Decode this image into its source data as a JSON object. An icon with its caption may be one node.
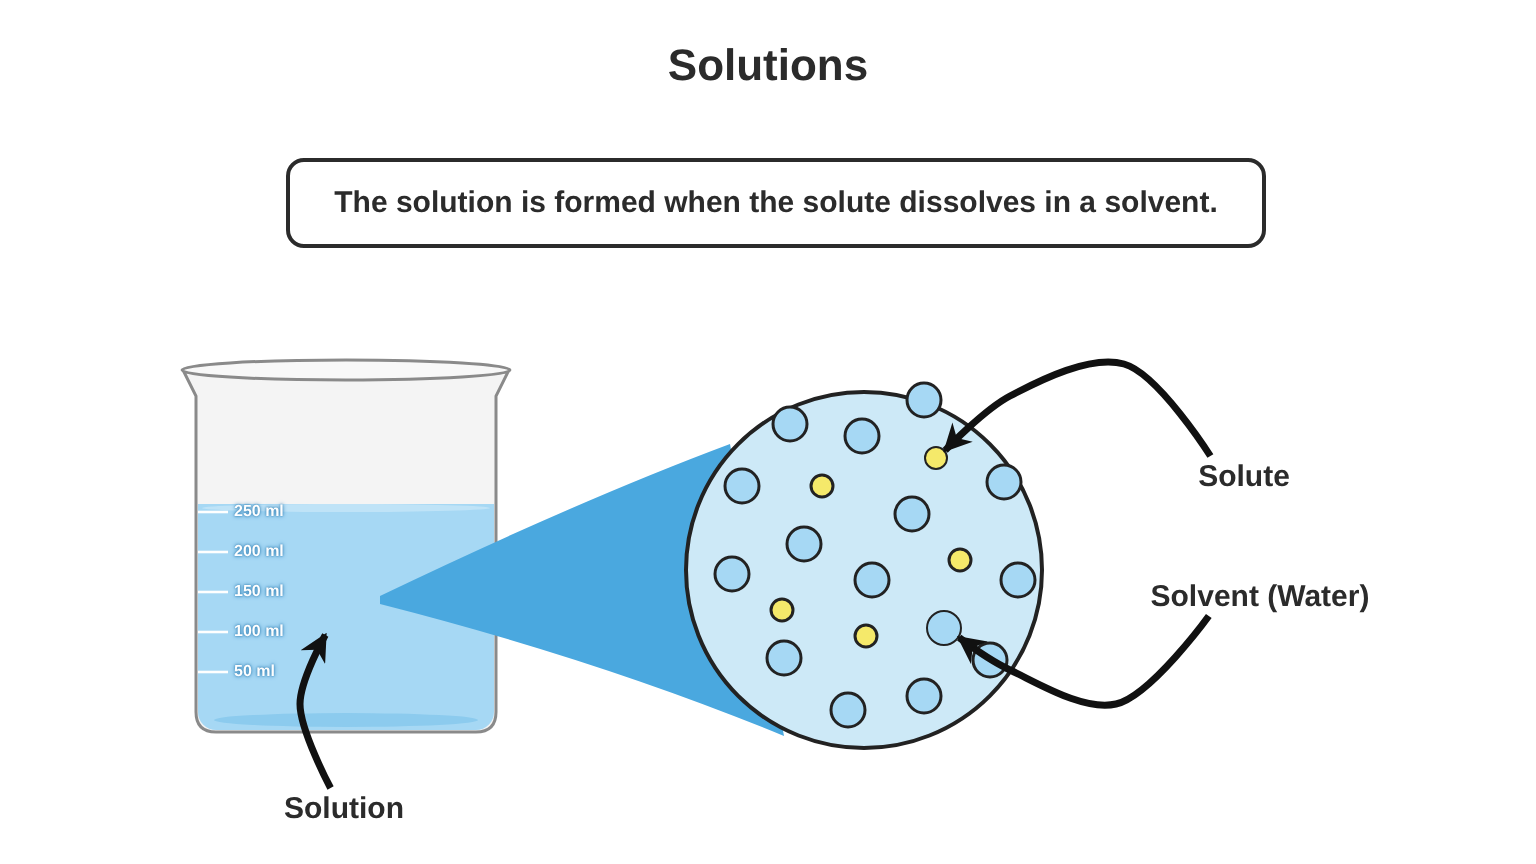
{
  "diagram": {
    "title": "Solutions",
    "nodes": [
      {
        "text": [
          "The solution is formed when the solute dissolves in a solvent."
        ]
      },
      {
        "text": [],
        "shape": "picture"
      },
      {
        "text": [
          "Solution"
        ]
      },
      {
        "text": [],
        "shape": "circle"
      },
      {
        "text": [],
        "shape": "circle",
        "in": 3
      },
      {
        "text": [],
        "shape": "circle",
        "in": 3
      },
      {
        "text": [
          "Solute"
        ]
      },
      {
        "text": [
          "Solvent (Water)"
        ]
      }
    ],
    "edges": [
      {
        "from": 2,
        "to": 1,
        "arrow": "to"
      },
      {
        "from": 6,
        "to": 4,
        "arrow": "to"
      },
      {
        "from": 7,
        "to": 5,
        "arrow": "to"
      }
    ],
    "labels": [
      "250 ml",
      "200 ml",
      "150 ml",
      "100 ml",
      "50 ml"
    ]
  }
}
